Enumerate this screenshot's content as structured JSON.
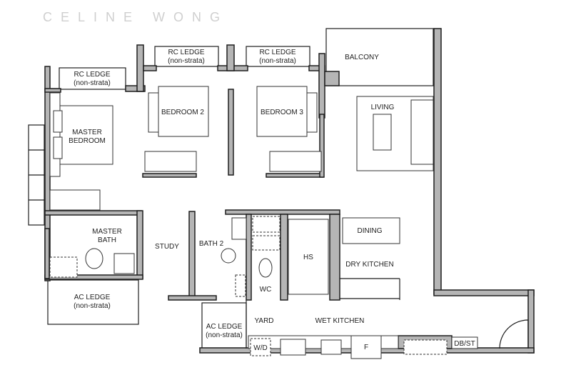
{
  "colors": {
    "wall_fill": "#b5b5b5",
    "line": "#1e1e1e",
    "background": "#ffffff"
  },
  "watermark": "CELINE WONG",
  "rooms": {
    "balcony": "BALCONY",
    "living": "LIVING",
    "master_bedroom_1": "MASTER",
    "master_bedroom_2": "BEDROOM",
    "bedroom2": "BEDROOM 2",
    "bedroom3": "BEDROOM 3",
    "master_bath_1": "MASTER",
    "master_bath_2": "BATH",
    "study": "STUDY",
    "bath2": "BATH 2",
    "wc": "WC",
    "hs": "HS",
    "dining": "DINING",
    "dry_kitchen": "DRY KITCHEN",
    "yard": "YARD",
    "wet_kitchen": "WET KITCHEN",
    "wd": "W/D",
    "fridge": "F",
    "dbst": "DB/ST"
  },
  "ledges": {
    "rc_ledge": "RC LEDGE",
    "ac_ledge": "AC LEDGE",
    "non_strata": "(non-strata)"
  }
}
